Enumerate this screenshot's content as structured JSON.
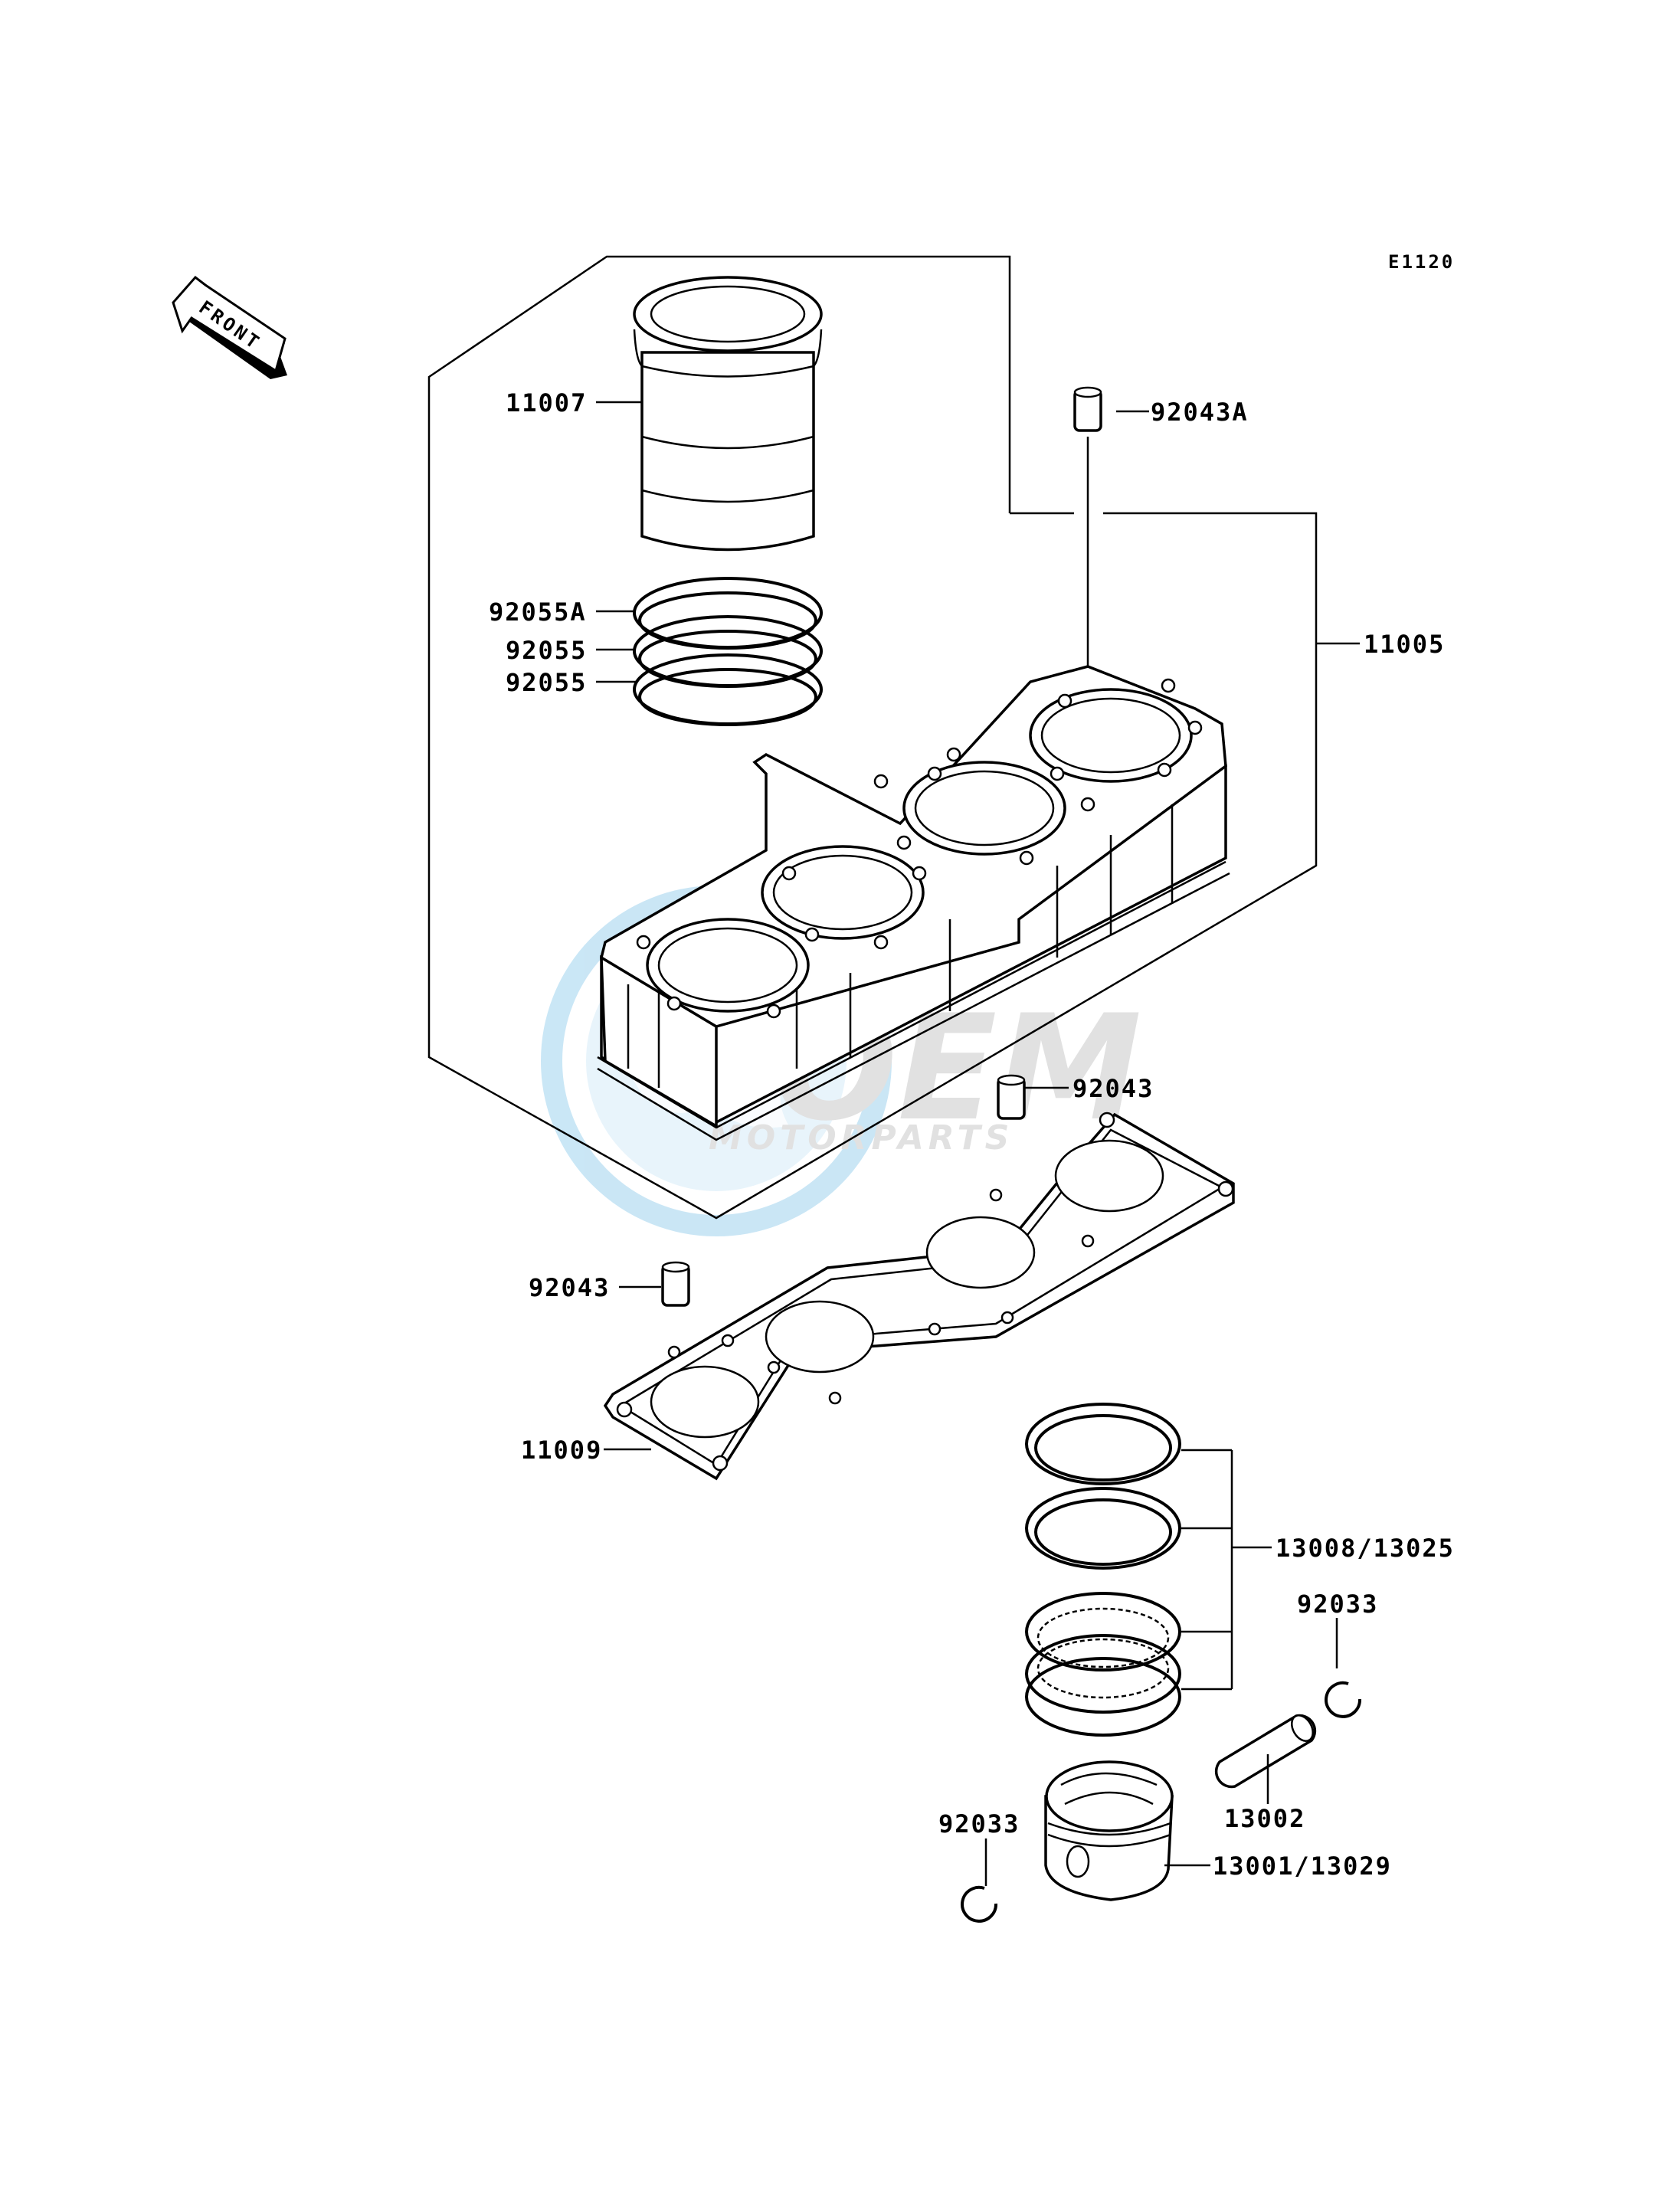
{
  "diagram": {
    "code": "E1120",
    "front_label": "FRONT",
    "watermark": {
      "main": "OEM",
      "sub": "MOTORPARTS"
    },
    "parts": {
      "p11007": "11007",
      "p92043a": "92043A",
      "p92055a": "92055A",
      "p92055_1": "92055",
      "p92055_2": "92055",
      "p11005": "11005",
      "p92043_1": "92043",
      "p92043_2": "92043",
      "p11009": "11009",
      "p13008": "13008/13025",
      "p92033_r": "92033",
      "p13002": "13002",
      "p92033_l": "92033",
      "p13001": "13001/13029"
    }
  }
}
